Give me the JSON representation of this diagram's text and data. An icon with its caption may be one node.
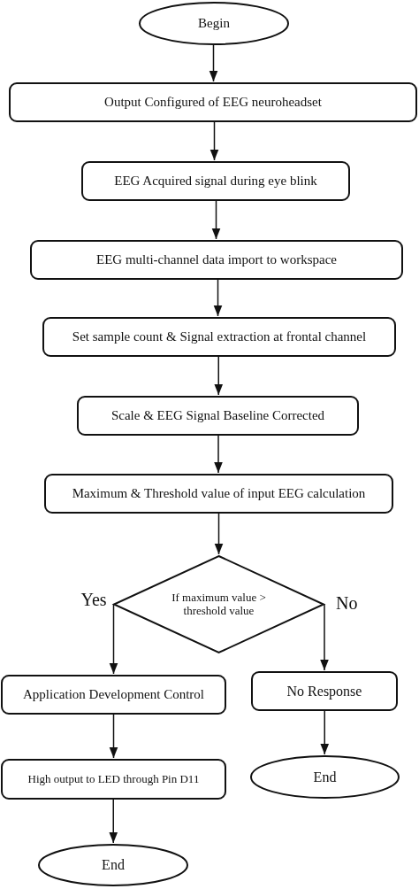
{
  "diagram": {
    "nodes": [
      {
        "text": [
          "Begin"
        ]
      },
      {
        "text": [
          "Output Configured of EEG neuroheadset"
        ]
      },
      {
        "text": [
          "EEG Acquired signal during eye blink"
        ]
      },
      {
        "text": [
          "EEG multi-channel data import to workspace"
        ]
      },
      {
        "text": [
          "Set sample count & Signal extraction at frontal channel"
        ]
      },
      {
        "text": [
          "Scale & EEG Signal Baseline Corrected"
        ]
      },
      {
        "text": [
          "Maximum & Threshold value of input EEG calculation"
        ]
      },
      {
        "text": [
          "If maximum value > threshold value"
        ]
      },
      {
        "text": [
          "Application Development Control"
        ]
      },
      {
        "text": [
          "No Response"
        ]
      },
      {
        "text": [
          "High output to LED through Pin D11"
        ]
      },
      {
        "text": [
          "End"
        ]
      },
      {
        "text": [
          "End"
        ]
      }
    ],
    "edges": [
      {
        "from": 0,
        "to": 1,
        "arrow": "to"
      },
      {
        "from": 1,
        "to": 2,
        "arrow": "to"
      },
      {
        "from": 2,
        "to": 3,
        "arrow": "to"
      },
      {
        "from": 3,
        "to": 4,
        "arrow": "to"
      },
      {
        "from": 4,
        "to": 5,
        "arrow": "to"
      },
      {
        "from": 5,
        "to": 6,
        "arrow": "to"
      },
      {
        "from": 6,
        "to": 7,
        "arrow": "to"
      },
      {
        "from": 7,
        "to": 8,
        "arrow": "to",
        "label": "Yes"
      },
      {
        "from": 7,
        "to": 9,
        "arrow": "to",
        "label": "No"
      },
      {
        "from": 8,
        "to": 10,
        "arrow": "to"
      },
      {
        "from": 9,
        "to": 11,
        "arrow": "to"
      },
      {
        "from": 10,
        "to": 12,
        "arrow": "to"
      }
    ]
  }
}
